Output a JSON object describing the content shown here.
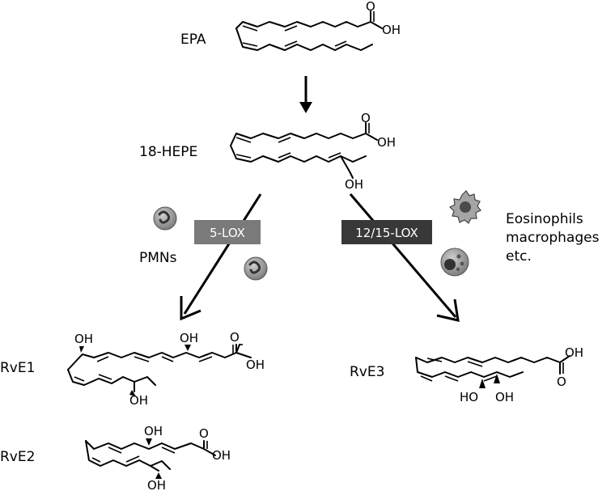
{
  "labels": {
    "epa": "EPA",
    "hepe": "18-HEPE",
    "pmns": "PMNs",
    "eosinophils_line1": "Eosinophils",
    "eosinophils_line2": "macrophages",
    "eosinophils_line3": "etc.",
    "rve1": "RvE1",
    "rve2": "RvE2",
    "rve3": "RvE3"
  },
  "enzymes": {
    "lox5": "5-LOX",
    "lox1215": "12/15-LOX"
  },
  "atoms": {
    "oxygen": "O",
    "hydroxyl": "OH",
    "hydroxyl_left": "HO"
  },
  "colors": {
    "lox5_box": "#7a7a7a",
    "lox1215_box": "#383838",
    "cell": "#8f8f8f",
    "cell_nucleus": "#4a4a4a"
  },
  "icons": [
    "neutrophil-icon",
    "eosinophil-icon",
    "macrophage-icon"
  ]
}
